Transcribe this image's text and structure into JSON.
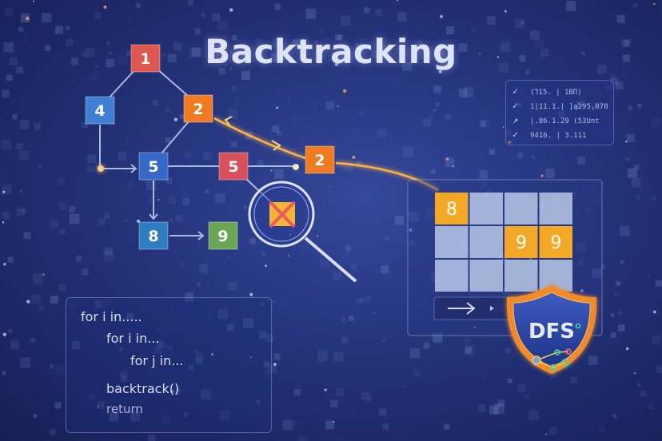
{
  "title": "Backtracking",
  "graph": {
    "nodes": [
      {
        "id": "n1",
        "label": "1",
        "color": "#e0574f"
      },
      {
        "id": "n4",
        "label": "4",
        "color": "#3f7fd6"
      },
      {
        "id": "n2a",
        "label": "2",
        "color": "#f07a22"
      },
      {
        "id": "n5a",
        "label": "5",
        "color": "#3568c8"
      },
      {
        "id": "n5b",
        "label": "5",
        "color": "#d9505a"
      },
      {
        "id": "n2b",
        "label": "2",
        "color": "#f07a22"
      },
      {
        "id": "n8",
        "label": "8",
        "color": "#2f7cc0"
      },
      {
        "id": "n9",
        "label": "9",
        "color": "#6aa653"
      }
    ],
    "rejected_node_color": "#f2b632",
    "path_color": "#ffb347"
  },
  "grid": {
    "rows": [
      [
        "8",
        "",
        "",
        ""
      ],
      [
        "",
        "",
        "9",
        "9"
      ],
      [
        "",
        "",
        "",
        ""
      ]
    ],
    "highlight_color": "#f3a925",
    "cell_color": "#b8c8e6"
  },
  "log": {
    "rows": [
      {
        "icon": "check-trend-icon",
        "glyph": "✓",
        "text": "(⅂15. | 1ΒΠ)"
      },
      {
        "icon": "check-trend-icon",
        "glyph": "✓",
        "text": "1|11.1.| ]ą295,078"
      },
      {
        "icon": "arrow-up-right-icon",
        "glyph": "↗",
        "text": "|.86.1.29 (53Unt"
      },
      {
        "icon": "check-icon",
        "glyph": "✓",
        "text": "9416. | 3.111"
      }
    ]
  },
  "code": {
    "lines": [
      "for i in.....",
      "for i in...",
      "for j in...",
      "backtrack()",
      "return"
    ]
  },
  "badge": {
    "label": "DFS",
    "border_color": "#f08a2a",
    "fill_color": "#2e4aa8"
  }
}
